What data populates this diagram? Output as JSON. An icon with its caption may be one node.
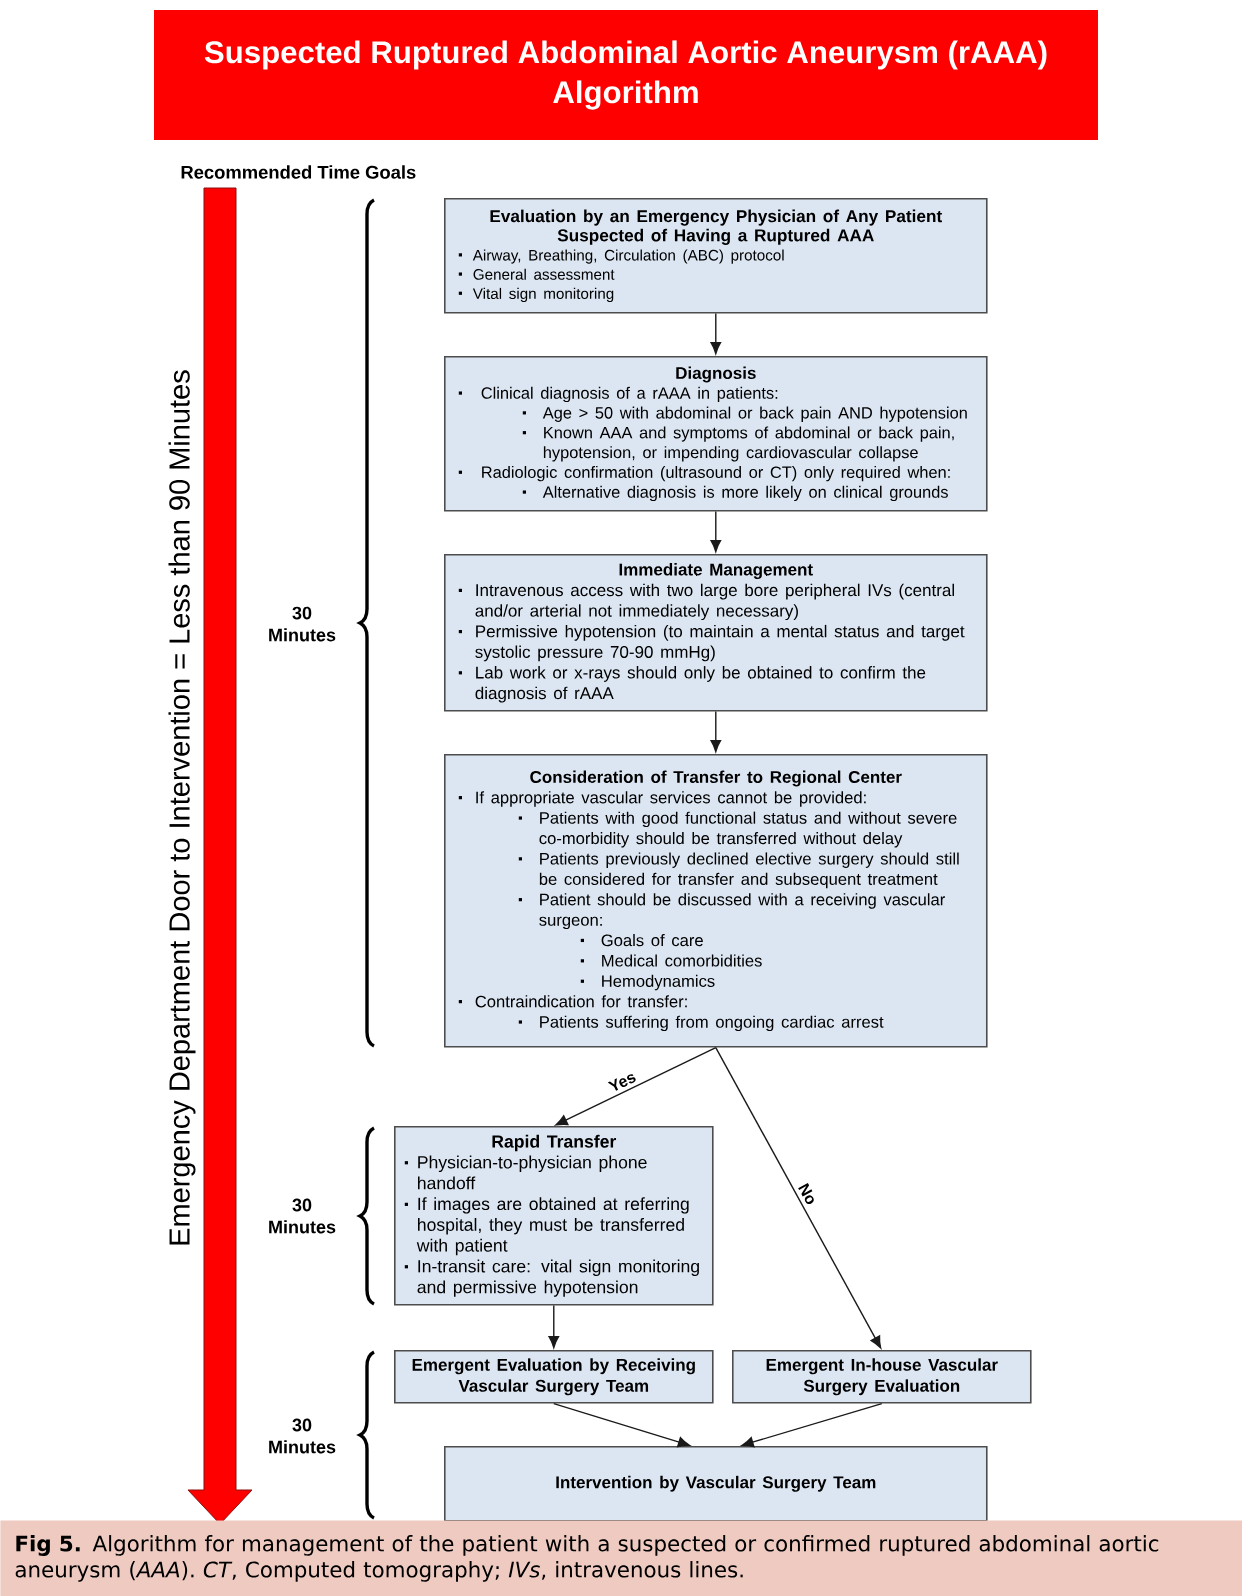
{
  "diagram": {
    "title": "Suspected Ruptured Abdominal Aortic Aneurysm (rAAA) Algorithm",
    "caption": "**Fig 5.** Algorithm for management of the patient with a suspected or confirmed ruptured abdominal aortic aneurysm (*AAA*). *CT*, Computed tomography; *IVs*, intravenous lines.",
    "nodes": [
      {
        "text": [
          "Evaluation by an Emergency Physician of Any Patient Suspected of Having a Ruptured AAA",
          "Airway, Breathing, Circulation (ABC) protocol",
          "General assessment",
          "Vital sign monitoring"
        ]
      },
      {
        "text": [
          "Diagnosis",
          "Clinical diagnosis of a rAAA in patients:",
          "Age > 50 with abdominal or back pain AND hypotension",
          "Known AAA and symptoms of abdominal or back pain, hypotension, or impending cardiovascular collapse",
          "Radiologic confirmation (ultrasound or CT) only required when:",
          "Alternative diagnosis is more likely on clinical grounds"
        ]
      },
      {
        "text": [
          "Immediate Management",
          "Intravenous access with two large bore peripheral IVs (central and/or arterial not immediately necessary)",
          "Permissive hypotension (to maintain a mental status and target systolic pressure 70-90 mmHg)",
          "Lab work or x-rays should only be obtained to confirm the diagnosis of rAAA"
        ]
      },
      {
        "text": [
          "Consideration of Transfer to Regional Center",
          "If appropriate vascular services cannot be provided:",
          "Patients with good functional status and without severe co-morbidity should be transferred without delay",
          "Patients previously declined elective surgery should still be considered for transfer and subsequent treatment",
          "Patient should be discussed with a receiving vascular surgeon:",
          "Goals of care",
          "Medical comorbidities",
          "Hemodynamics",
          "Contraindication for transfer:",
          "Patients suffering from ongoing cardiac arrest"
        ]
      },
      {
        "text": [
          "Rapid Transfer",
          "Physician-to-physician phone handoff",
          "If images are obtained at referring hospital, they must be transferred with patient",
          "In-transit care: vital sign monitoring and permissive hypotension"
        ]
      },
      {
        "text": [
          "Emergent Evaluation by Receiving Vascular Surgery Team"
        ]
      },
      {
        "text": [
          "Emergent In-house Vascular Surgery Evaluation"
        ]
      },
      {
        "text": [
          "Intervention by Vascular Surgery Team"
        ]
      }
    ],
    "edges": [
      {
        "from": 0,
        "to": 1,
        "arrow": "to"
      },
      {
        "from": 1,
        "to": 2,
        "arrow": "to"
      },
      {
        "from": 2,
        "to": 3,
        "arrow": "to"
      },
      {
        "from": 3,
        "to": 4,
        "arrow": "to",
        "label": "Yes"
      },
      {
        "from": 3,
        "to": 6,
        "arrow": "to",
        "label": "No"
      },
      {
        "from": 4,
        "to": 5,
        "arrow": "to"
      },
      {
        "from": 5,
        "to": 7,
        "arrow": "to"
      },
      {
        "from": 6,
        "to": 7,
        "arrow": "to"
      }
    ],
    "labels": [
      "Recommended Time Goals",
      "Emergency Department Door to Intervention = Less than 90 Minutes",
      "30 Minutes",
      "30 Minutes",
      "30 Minutes"
    ]
  }
}
